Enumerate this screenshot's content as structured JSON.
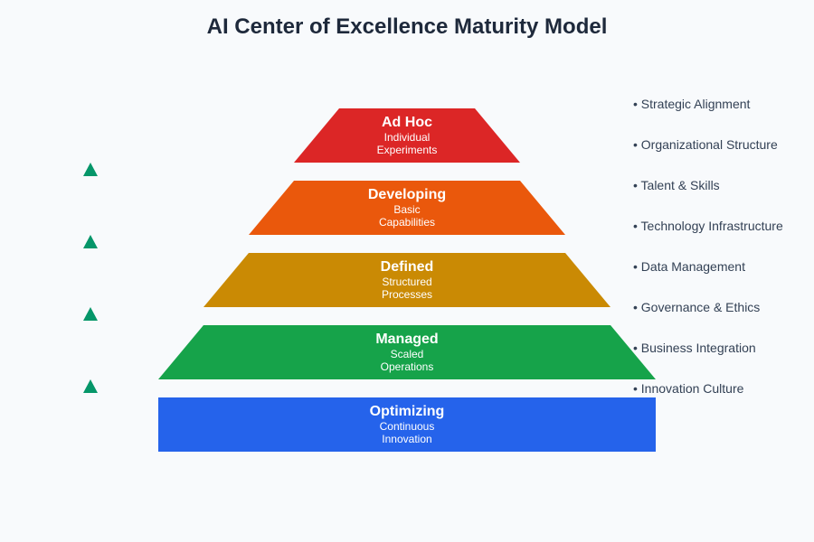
{
  "title": "AI Center of Excellence Maturity Model",
  "levels": [
    {
      "name": "Ad Hoc",
      "desc1": "Individual",
      "desc2": "Experiments",
      "color": "#dc2626"
    },
    {
      "name": "Developing",
      "desc1": "Basic",
      "desc2": "Capabilities",
      "color": "#ea580c"
    },
    {
      "name": "Defined",
      "desc1": "Structured",
      "desc2": "Processes",
      "color": "#ca8a04"
    },
    {
      "name": "Managed",
      "desc1": "Scaled",
      "desc2": "Operations",
      "color": "#16a34a"
    },
    {
      "name": "Optimizing",
      "desc1": "Continuous",
      "desc2": "Innovation",
      "color": "#2563eb"
    }
  ],
  "arrow_icon": "up-arrow-icon",
  "arrow_color": "#059669",
  "dimensions": [
    "• Strategic Alignment",
    "• Organizational Structure",
    "• Talent & Skills",
    "• Technology Infrastructure",
    "• Data Management",
    "• Governance & Ethics",
    "• Business Integration",
    "• Innovation Culture"
  ]
}
